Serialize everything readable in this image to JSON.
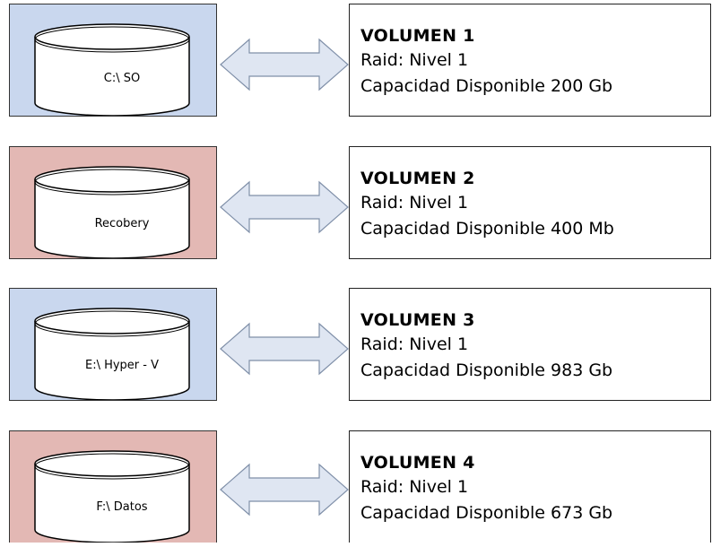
{
  "volumes": [
    {
      "drive_label": "C:\\ SO",
      "box_color": "#c9d7ee",
      "title": "VOLUMEN 1",
      "raid": "Raid: Nivel 1",
      "capacity": "Capacidad Disponible 200 Gb"
    },
    {
      "drive_label": "Recobery",
      "box_color": "#e3b8b4",
      "title": "VOLUMEN 2",
      "raid": "Raid: Nivel 1",
      "capacity": "Capacidad Disponible 400 Mb"
    },
    {
      "drive_label": "E:\\ Hyper - V",
      "box_color": "#c9d7ee",
      "title": "VOLUMEN 3",
      "raid": "Raid: Nivel 1",
      "capacity": "Capacidad Disponible 983 Gb"
    },
    {
      "drive_label": "F:\\ Datos",
      "box_color": "#e3b8b4",
      "title": "VOLUMEN 4",
      "raid": "Raid: Nivel 1",
      "capacity": "Capacidad Disponible 673 Gb"
    }
  ],
  "arrow_color": "#dfe6f2"
}
